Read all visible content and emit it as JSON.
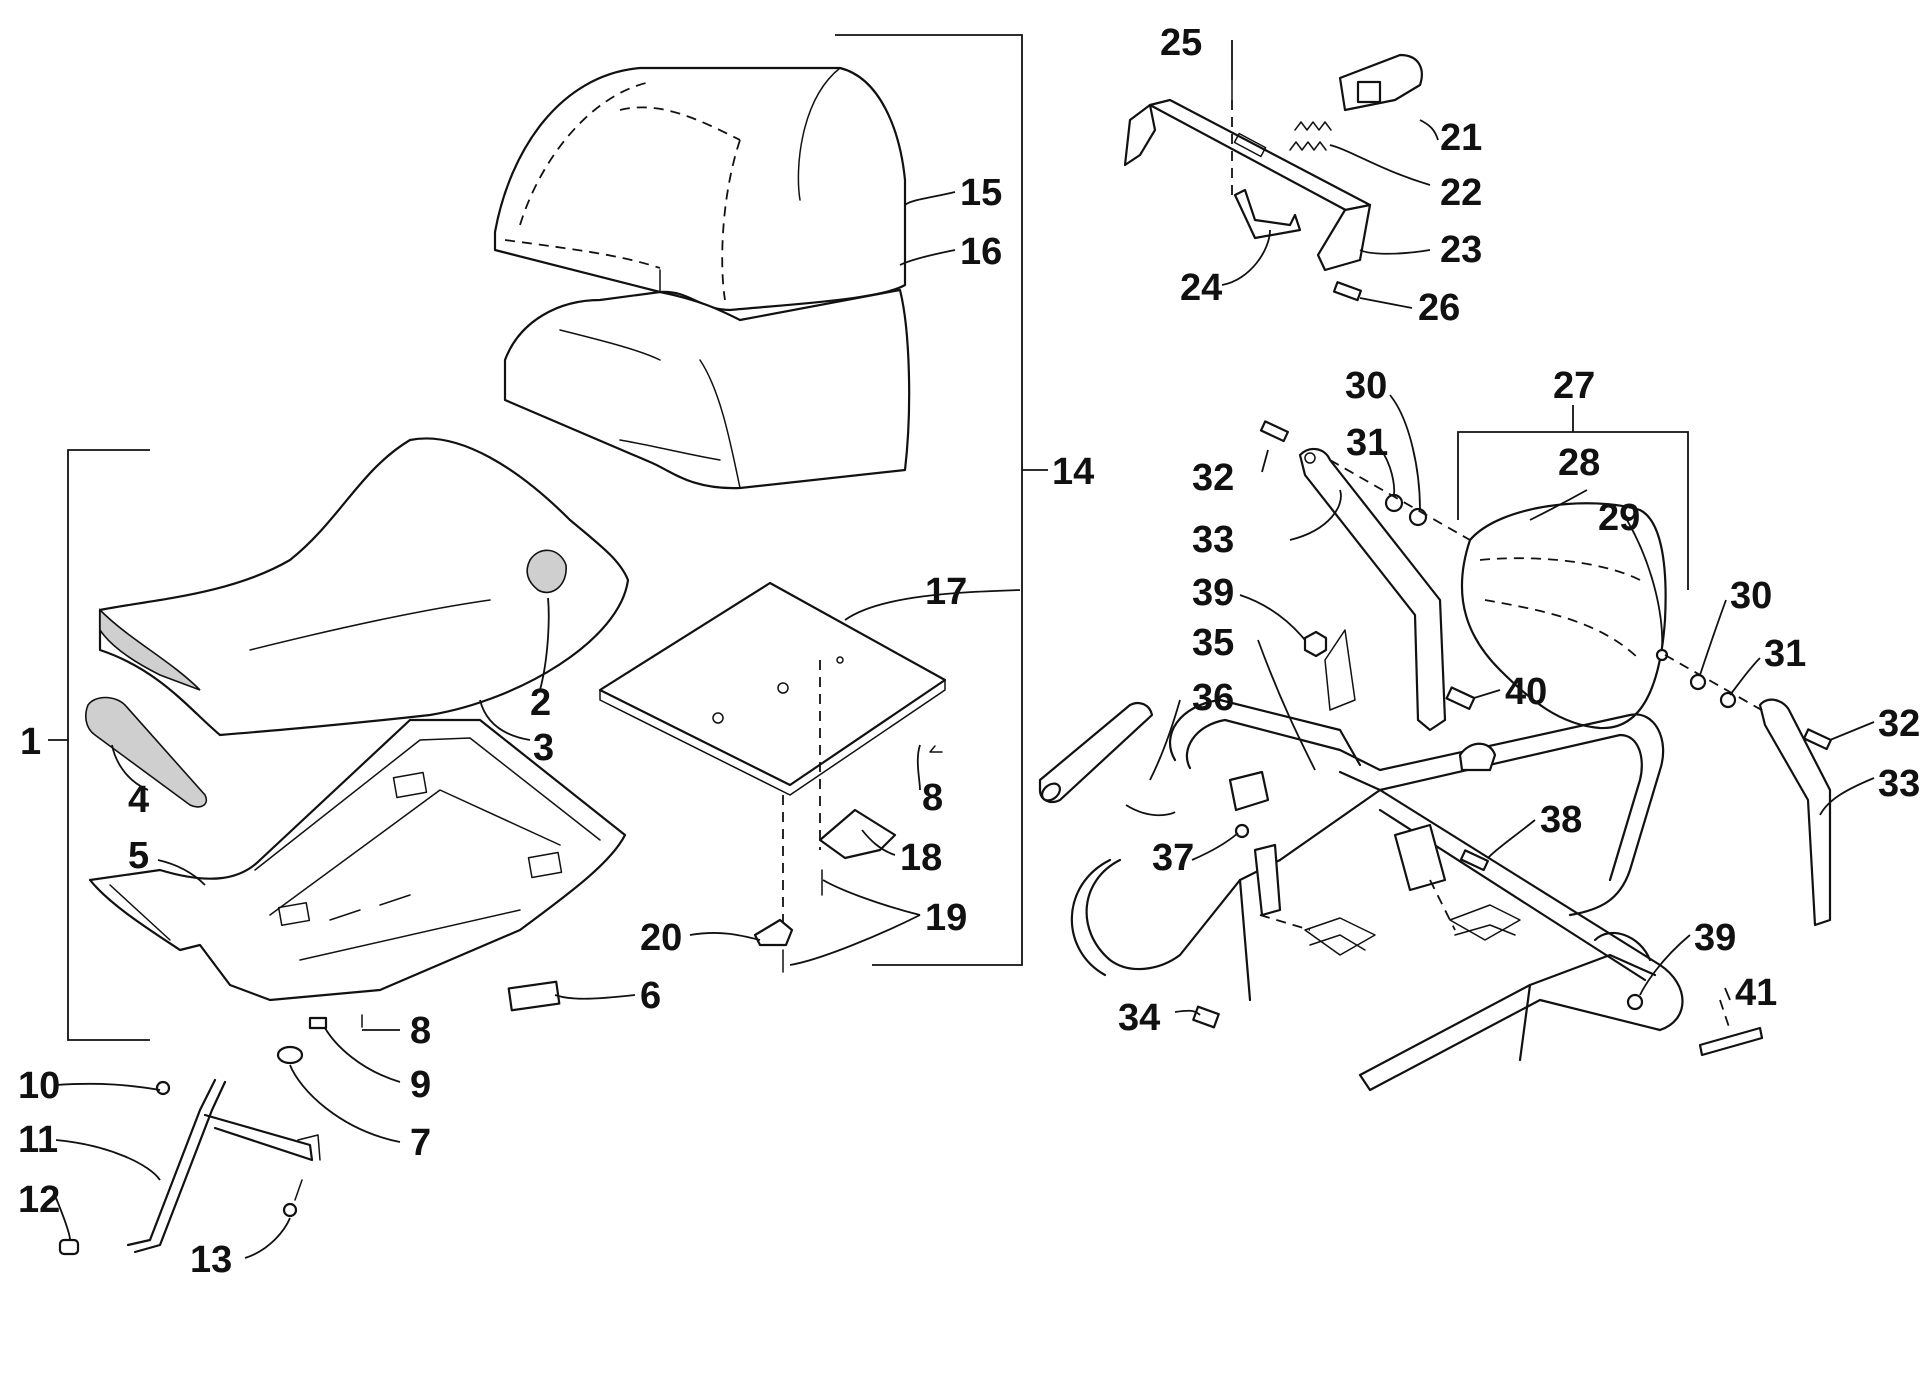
{
  "callouts": {
    "c1": "1",
    "c2": "2",
    "c3": "3",
    "c4": "4",
    "c5": "5",
    "c6": "6",
    "c7": "7",
    "c8": "8",
    "c8b": "8",
    "c9": "9",
    "c10": "10",
    "c11": "11",
    "c12": "12",
    "c13": "13",
    "c14": "14",
    "c15": "15",
    "c16": "16",
    "c17": "17",
    "c18": "18",
    "c19": "19",
    "c20": "20",
    "c21": "21",
    "c22": "22",
    "c23": "23",
    "c24": "24",
    "c25": "25",
    "c26": "26",
    "c27": "27",
    "c28": "28",
    "c29": "29",
    "c30": "30",
    "c30b": "30",
    "c31": "31",
    "c31b": "31",
    "c32": "32",
    "c32b": "32",
    "c33": "33",
    "c33b": "33",
    "c34": "34",
    "c35": "35",
    "c36": "36",
    "c37": "37",
    "c38": "38",
    "c39": "39",
    "c39b": "39",
    "c40": "40",
    "c41": "41"
  }
}
